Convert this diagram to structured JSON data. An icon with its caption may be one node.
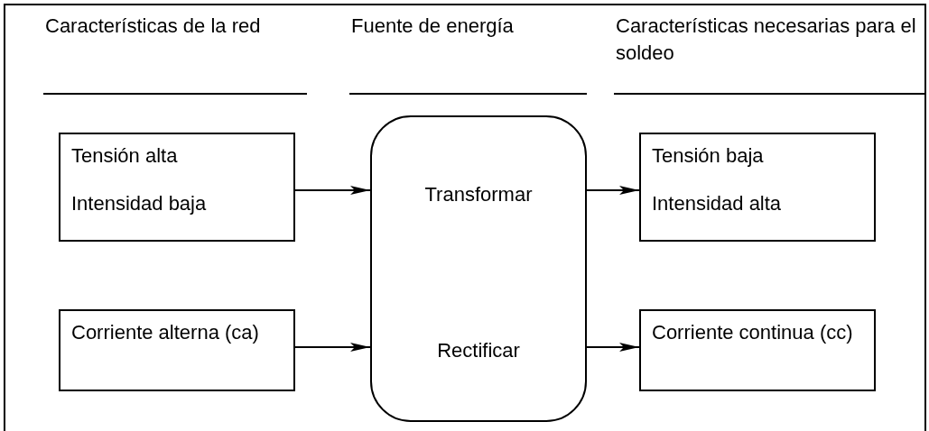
{
  "diagram": {
    "nodes": [
      {
        "text": [
          "Tensión alta",
          "Intensidad baja"
        ]
      },
      {
        "text": [
          "Corriente alterna (ca)"
        ]
      },
      {
        "text": [
          "Transformar",
          "Rectificar"
        ]
      },
      {
        "text": [
          "Tensión baja",
          "Intensidad alta"
        ]
      },
      {
        "text": [
          "Corriente continua (cc)"
        ]
      }
    ],
    "edges": [
      {
        "from": 0,
        "to": 2,
        "arrow": "to"
      },
      {
        "from": 1,
        "to": 2,
        "arrow": "to"
      },
      {
        "from": 2,
        "to": 3,
        "arrow": "to"
      },
      {
        "from": 2,
        "to": 4,
        "arrow": "to"
      }
    ],
    "labels": [
      "Características de la red",
      "Fuente de energía",
      "Características necesarias para el soldeo"
    ]
  }
}
